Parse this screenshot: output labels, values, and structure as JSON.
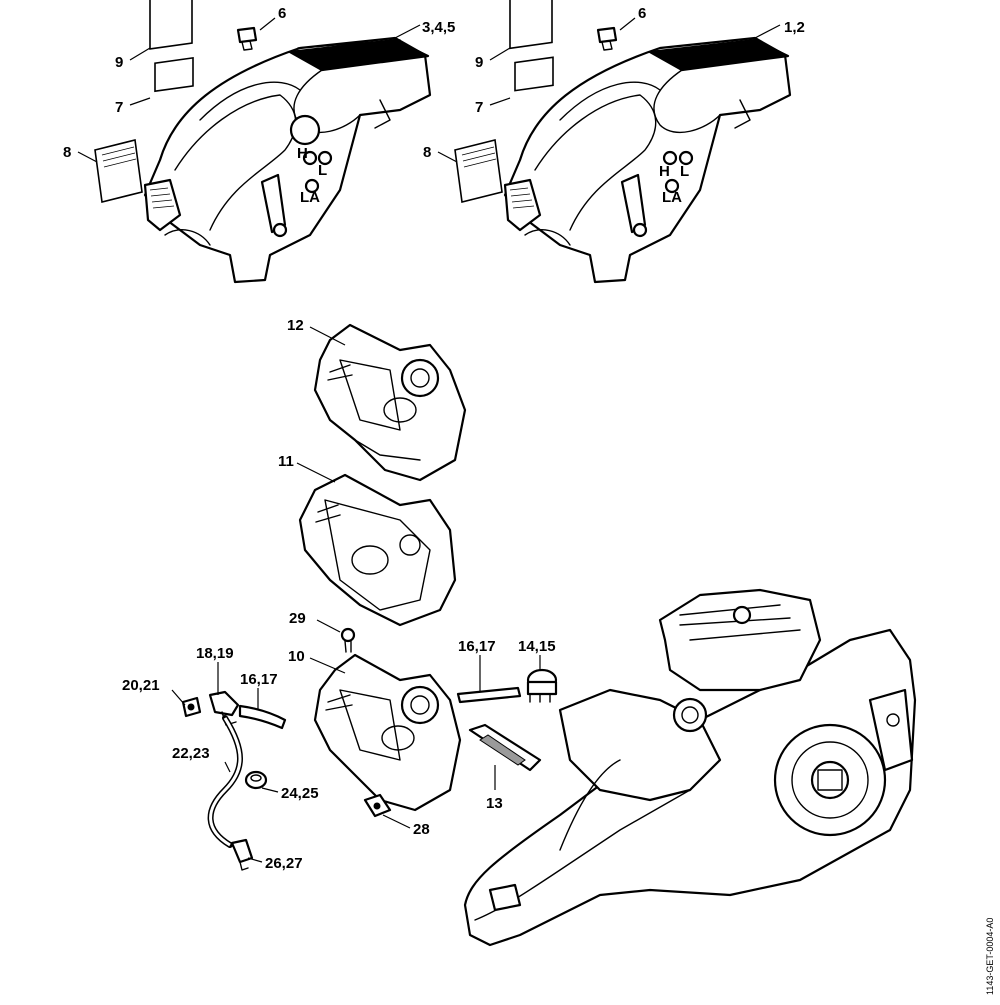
{
  "diagram": {
    "callouts": [
      {
        "id": "c-345",
        "text": "3,4,5"
      },
      {
        "id": "c-12",
        "text": "1,2"
      },
      {
        "id": "c-6a",
        "text": "6"
      },
      {
        "id": "c-6b",
        "text": "6"
      },
      {
        "id": "c-9a",
        "text": "9"
      },
      {
        "id": "c-9b",
        "text": "9"
      },
      {
        "id": "c-7a",
        "text": "7"
      },
      {
        "id": "c-7b",
        "text": "7"
      },
      {
        "id": "c-8a",
        "text": "8"
      },
      {
        "id": "c-8b",
        "text": "8"
      },
      {
        "id": "c-12b",
        "text": "12"
      },
      {
        "id": "c-11",
        "text": "11"
      },
      {
        "id": "c-29",
        "text": "29"
      },
      {
        "id": "c-10",
        "text": "10"
      },
      {
        "id": "c-1819",
        "text": "18,19"
      },
      {
        "id": "c-2021",
        "text": "20,21"
      },
      {
        "id": "c-1617a",
        "text": "16,17"
      },
      {
        "id": "c-1617b",
        "text": "16,17"
      },
      {
        "id": "c-1415",
        "text": "14,15"
      },
      {
        "id": "c-2223",
        "text": "22,23"
      },
      {
        "id": "c-2425",
        "text": "24,25"
      },
      {
        "id": "c-13",
        "text": "13"
      },
      {
        "id": "c-28",
        "text": "28"
      },
      {
        "id": "c-2627",
        "text": "26,27"
      }
    ],
    "shroud_marks": {
      "h": "H",
      "l": "L",
      "la": "LA"
    },
    "document_id": "1143-GET-0004-A0"
  }
}
